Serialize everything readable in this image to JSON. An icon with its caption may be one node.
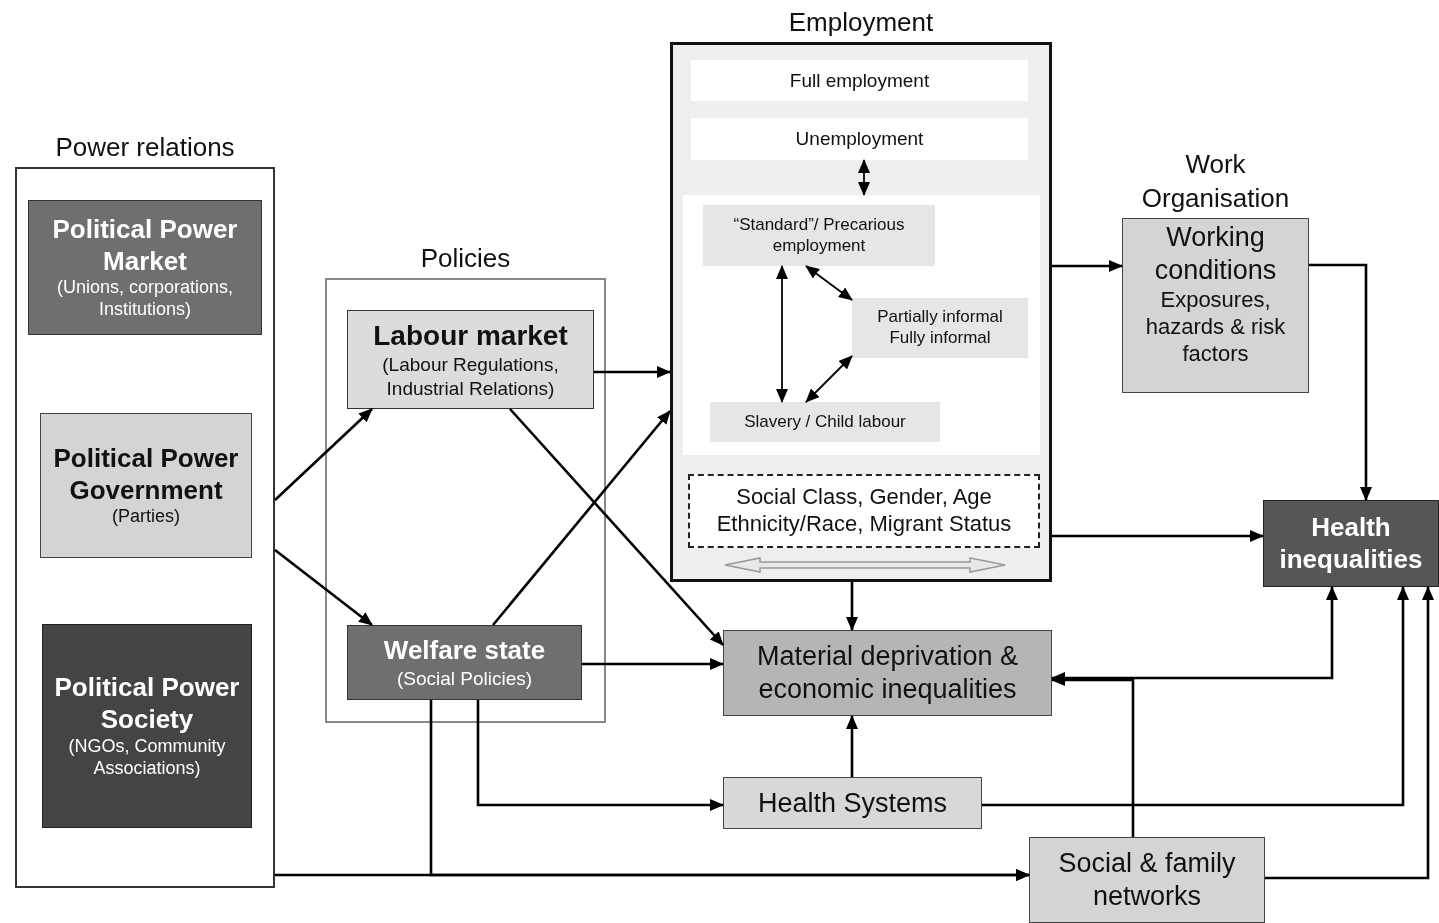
{
  "diagram": {
    "nodes": [
      {
        "text": [
          "Power relations"
        ]
      },
      {
        "text": [
          "Political Power Market",
          "(Unions, corporations, Institutions)"
        ],
        "in": 0
      },
      {
        "text": [
          "Political Power Government",
          "(Parties)"
        ],
        "in": 0
      },
      {
        "text": [
          "Political Power Society",
          "(NGOs, Community Associations)"
        ],
        "in": 0
      },
      {
        "text": [
          "Policies"
        ]
      },
      {
        "text": [
          "Labour market",
          "(Labour Regulations, Industrial Relations)"
        ],
        "in": 4
      },
      {
        "text": [
          "Welfare state",
          "(Social Policies)"
        ],
        "in": 4
      },
      {
        "text": [
          "Employment"
        ]
      },
      {
        "text": [
          "Full employment"
        ],
        "in": 7
      },
      {
        "text": [
          "Unemployment"
        ],
        "in": 7
      },
      {
        "text": [],
        "shape": "box",
        "in": 7
      },
      {
        "text": [
          "“Standard”/ Precarious employment"
        ],
        "in": 10
      },
      {
        "text": [
          "Partially informal",
          "Fully informal"
        ],
        "in": 10
      },
      {
        "text": [
          "Slavery / Child labour"
        ],
        "in": 10
      },
      {
        "text": [
          "Social Class, Gender, Age Ethnicity/Race, Migrant Status"
        ],
        "in": 7
      },
      {
        "text": [
          "Work Organisation",
          "Working conditions",
          "Exposures, hazards & risk factors"
        ]
      },
      {
        "text": [
          "Health inequalities"
        ]
      },
      {
        "text": [
          "Material deprivation & economic inequalities"
        ]
      },
      {
        "text": [
          "Health Systems"
        ]
      },
      {
        "text": [
          "Social & family networks"
        ]
      }
    ],
    "edges": [
      {
        "from": 0,
        "to": 5,
        "arrow": "to"
      },
      {
        "from": 0,
        "to": 6,
        "arrow": "to"
      },
      {
        "from": 5,
        "to": 7,
        "arrow": "to"
      },
      {
        "from": 6,
        "to": 7,
        "arrow": "to"
      },
      {
        "from": 5,
        "to": 17,
        "arrow": "to"
      },
      {
        "from": 6,
        "to": 17,
        "arrow": "to"
      },
      {
        "from": 9,
        "to": 10,
        "arrow": "both"
      },
      {
        "from": 11,
        "to": 13,
        "arrow": "both"
      },
      {
        "from": 11,
        "to": 12,
        "arrow": "both"
      },
      {
        "from": 13,
        "to": 12,
        "arrow": "both"
      },
      {
        "from": 7,
        "to": 15,
        "arrow": "to"
      },
      {
        "from": 15,
        "to": 16,
        "arrow": "to"
      },
      {
        "from": 7,
        "to": 16,
        "arrow": "to"
      },
      {
        "from": 7,
        "to": 17,
        "arrow": "to"
      },
      {
        "from": 17,
        "to": 16,
        "arrow": "both"
      },
      {
        "from": 19,
        "to": 17,
        "arrow": "to"
      },
      {
        "from": 18,
        "to": 17,
        "arrow": "to"
      },
      {
        "from": 6,
        "to": 18,
        "arrow": "to"
      },
      {
        "from": 6,
        "to": 19,
        "arrow": "to"
      },
      {
        "from": 0,
        "to": 19,
        "arrow": "to"
      },
      {
        "from": 18,
        "to": 16,
        "arrow": "to"
      },
      {
        "from": 19,
        "to": 16,
        "arrow": "to"
      }
    ]
  }
}
